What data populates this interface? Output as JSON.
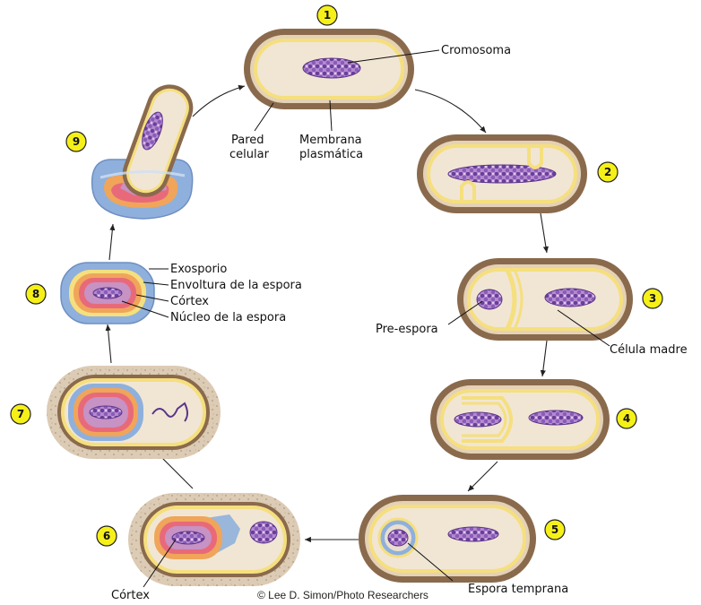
{
  "steps": [
    "1",
    "2",
    "3",
    "4",
    "5",
    "6",
    "7",
    "8",
    "9"
  ],
  "labels": {
    "cromosoma": "Cromosoma",
    "pared_1": "Pared",
    "pared_2": "celular",
    "membrana_1": "Membrana",
    "membrana_2": "plasmática",
    "pre_espora": "Pre-espora",
    "celula_madre": "Célula madre",
    "espora_temprana": "Espora temprana",
    "cortex_6": "Córtex",
    "exosporio": "Exosporio",
    "envoltura": "Envoltura de la espora",
    "cortex_8": "Córtex",
    "nucleo": "Núcleo de la espora"
  },
  "credit": "© Lee D. Simon/Photo Researchers",
  "colors": {
    "wall_outer": "#8a6a4c",
    "wall_fill": "#e5d2b6",
    "membrane": "#f5df7e",
    "cytoplasm": "#f1e6d4",
    "dna": "#7b4fa8",
    "step_badge": "#f6f019",
    "exosporium": "#8fb0dc",
    "coat": "#f0a55a",
    "cortex": "#e86a7a",
    "spore_core": "#c792c4"
  }
}
